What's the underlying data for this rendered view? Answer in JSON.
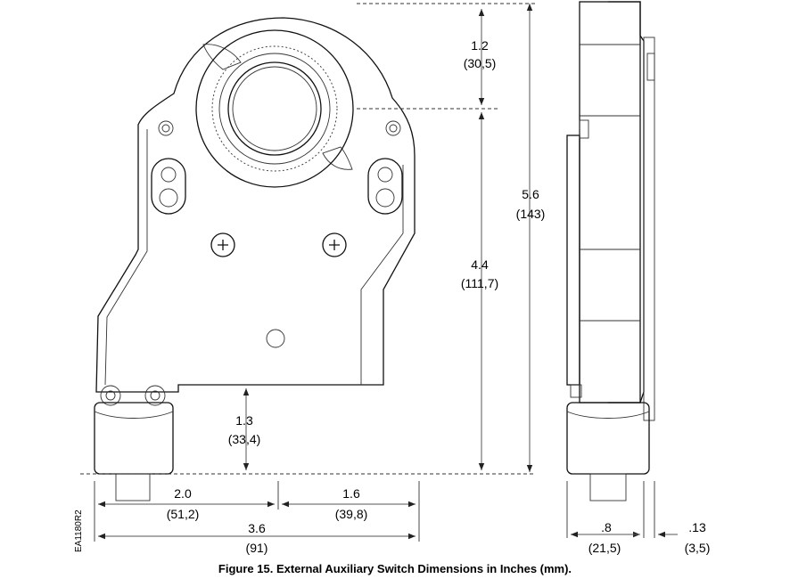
{
  "caption": "Figure 15.  External Auxiliary Switch Dimensions in Inches (mm).",
  "drawing_id": "EA1180R2",
  "dimensions": {
    "top_height_in": "1.2",
    "top_height_mm": "(30,5)",
    "overall_height_in": "5.6",
    "overall_height_mm": "(143)",
    "mid_height_in": "4.4",
    "mid_height_mm": "(111,7)",
    "bottom_height_in": "1.3",
    "bottom_height_mm": "(33,4)",
    "left_width_in": "2.0",
    "left_width_mm": "(51,2)",
    "right_width_in": "1.6",
    "right_width_mm": "(39,8)",
    "overall_width_in": "3.6",
    "overall_width_mm": "(91)",
    "side_depth_in": ".8",
    "side_depth_mm": "(21,5)",
    "side_flange_in": ".13",
    "side_flange_mm": "(3,5)"
  }
}
